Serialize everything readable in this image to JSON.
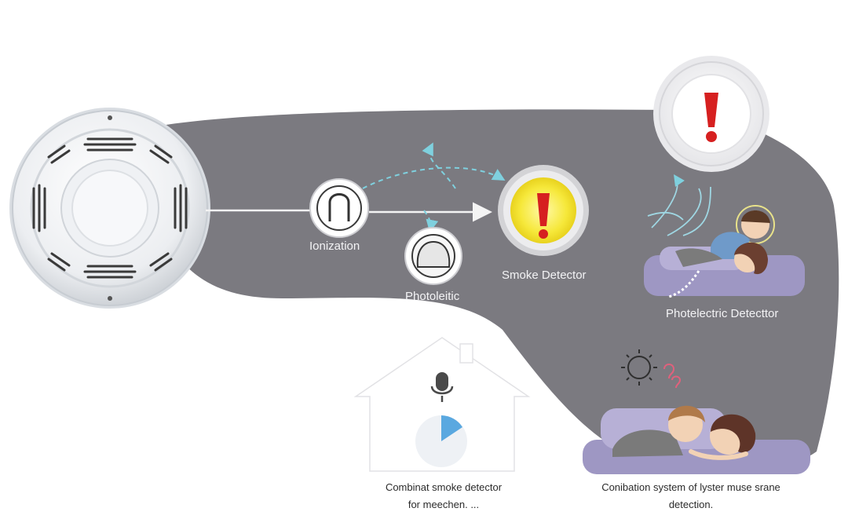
{
  "labels": {
    "ionization": "Ionization",
    "photoelectric_small": "Photoleitic",
    "smoke_detector": "Smoke Detector",
    "photoelectric_detector": "Photelectric Detecttor"
  },
  "captions": {
    "left_line1": "Combinat smoke detector",
    "left_line2": "for meechen. ...",
    "right_line1": "Conibation system of lyster muse srane",
    "right_line2": "detection."
  },
  "colors": {
    "band": "#7b7a80",
    "alarm_yellow": "#f6e83a",
    "alarm_red": "#d62020",
    "arrow_teal": "#5bb6c9",
    "bed_purple": "#9e97c3",
    "pie_blue": "#5aa8e0"
  },
  "icons": [
    "smoke-detector-icon",
    "ionization-icon",
    "photoelectric-sensor-icon",
    "alarm-exclamation-icon",
    "house-icon",
    "microphone-icon",
    "sun-icon",
    "sleeping-people-icon"
  ]
}
